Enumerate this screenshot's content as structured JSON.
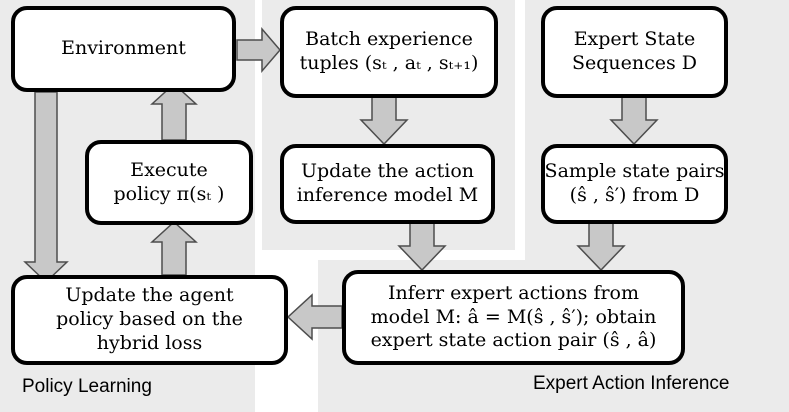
{
  "colors": {
    "panel_background": "#ebebeb",
    "arrow_fill": "#c8c8c8",
    "arrow_stroke": "#4d4d4d",
    "box_border": "#000000"
  },
  "boxes": {
    "environment": "Environment",
    "batch_experience": {
      "line1": "Batch experience",
      "line2": "tuples (sₜ , aₜ , sₜ₊₁)"
    },
    "expert_state_sequences": {
      "line1": "Expert State",
      "line2": "Sequences D"
    },
    "execute_policy": {
      "line1": "Execute",
      "line2": "policy π(sₜ )"
    },
    "update_action_inference": {
      "line1": "Update the action",
      "line2": "inference  model M"
    },
    "sample_state_pairs": {
      "line1": "Sample state pairs",
      "line2": "(ŝ , ŝ′) from D"
    },
    "update_agent_policy": {
      "line1": "Update the agent",
      "line2": "policy based on the",
      "line3": "hybrid loss"
    },
    "infer_expert_actions": {
      "line1": "Inferr  expert actions from",
      "line2": "model M: â = M(ŝ , ŝ′); obtain",
      "line3": "expert state action pair (ŝ , â)"
    }
  },
  "captions": {
    "policy_learning": "Policy Learning",
    "expert_action_inference": "Expert Action Inference"
  }
}
